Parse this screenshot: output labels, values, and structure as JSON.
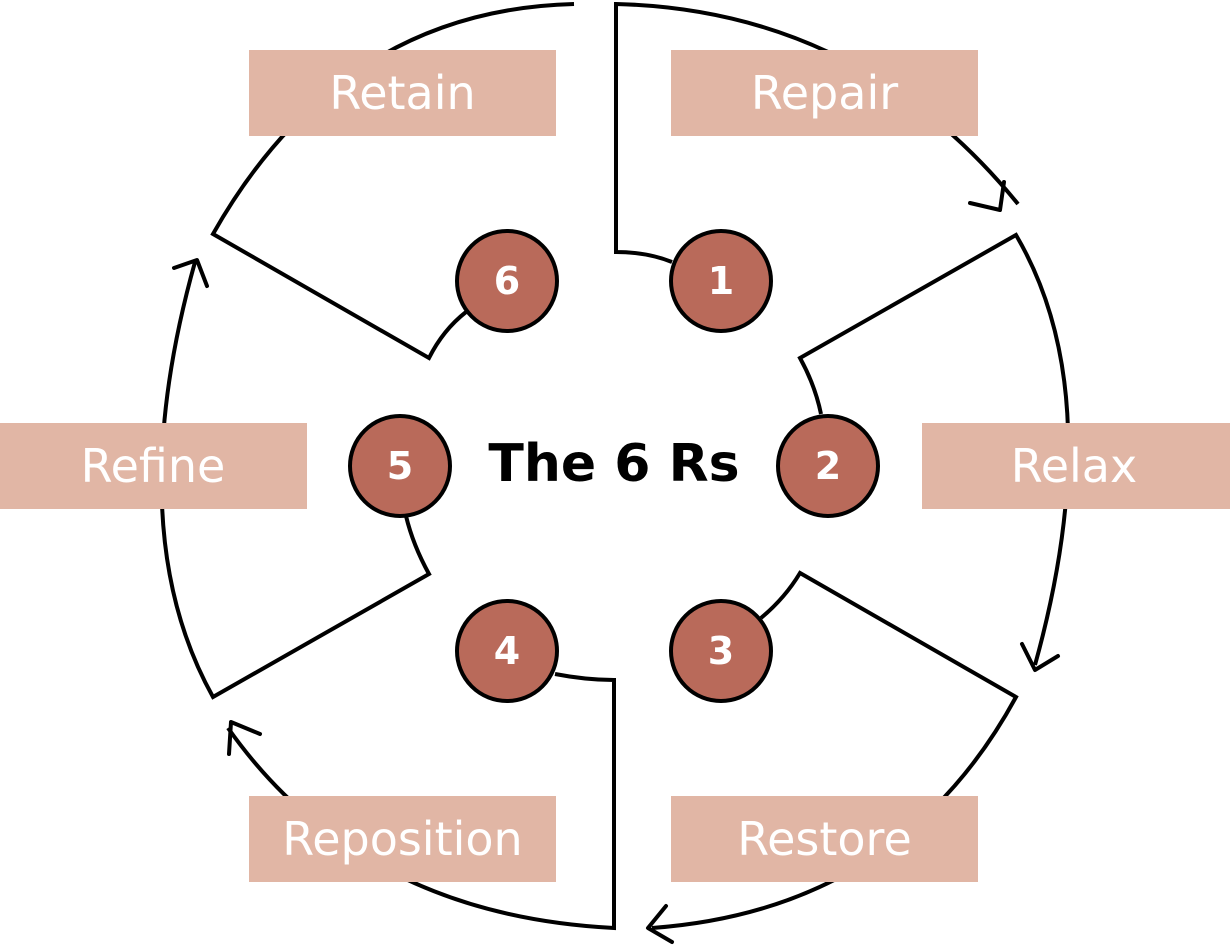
{
  "title": "The 6 Rs",
  "steps": [
    {
      "number": "1",
      "label": "Repair"
    },
    {
      "number": "2",
      "label": "Relax"
    },
    {
      "number": "3",
      "label": "Restore"
    },
    {
      "number": "4",
      "label": "Reposition"
    },
    {
      "number": "5",
      "label": "Refine"
    },
    {
      "number": "6",
      "label": "Retain"
    }
  ],
  "colors": {
    "label_box": "#e1b6a5",
    "node_fill": "#b96a5a",
    "label_text": "#ffffff",
    "line": "#000000"
  }
}
